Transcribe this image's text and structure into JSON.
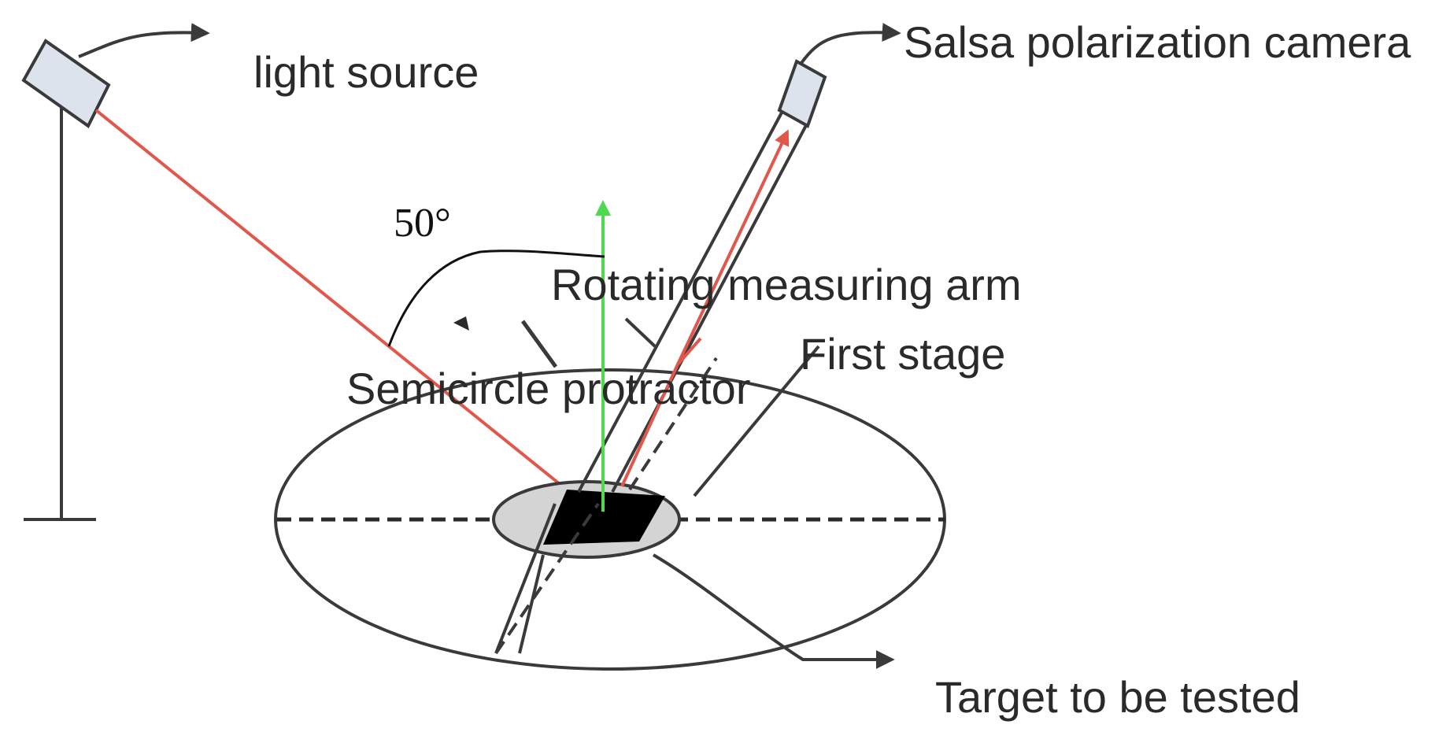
{
  "labels": {
    "light_source": "light source",
    "camera": "Salsa polarization camera",
    "angle": "50°",
    "measuring_arm": "Rotating measuring arm",
    "first_stage": "First stage",
    "protractor": "Semicircle protractor",
    "target": "Target to be tested"
  },
  "colors": {
    "beam": "#e2574c",
    "normal": "#4fd94f",
    "outline": "#3a3a3a",
    "stage_fill": "#d4d4d4",
    "device_fill": "#dde3ec",
    "target_fill": "#000000"
  }
}
